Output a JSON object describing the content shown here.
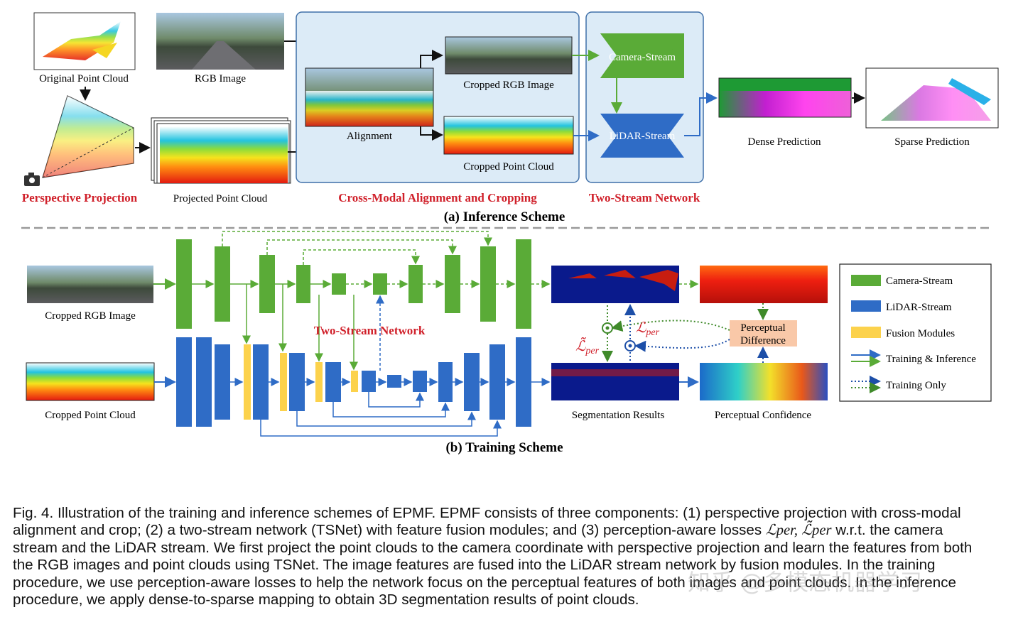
{
  "inference": {
    "labels": {
      "original_point_cloud": "Original Point Cloud",
      "rgb_image": "RGB Image",
      "projected_point_cloud": "Projected Point Cloud",
      "alignment": "Alignment",
      "cropped_rgb_image": "Cropped RGB Image",
      "cropped_point_cloud": "Cropped Point Cloud",
      "camera_stream": "Camera-Stream",
      "lidar_stream": "LiDAR-Stream",
      "dense_prediction": "Dense Prediction",
      "sparse_prediction": "Sparse Prediction"
    },
    "stage_titles": {
      "perspective_projection": "Perspective Projection",
      "cross_modal": "Cross-Modal Alignment and Cropping",
      "two_stream": "Two-Stream Network"
    },
    "subtitle": "(a) Inference Scheme"
  },
  "training": {
    "labels": {
      "cropped_rgb_image": "Cropped RGB Image",
      "cropped_point_cloud": "Cropped Point Cloud",
      "two_stream_network": "Two-Stream Network",
      "segmentation_results": "Segmentation Results",
      "perceptual_confidence": "Perceptual Confidence",
      "perceptual_difference_1": "Perceptual",
      "perceptual_difference_2": "Difference",
      "loss_per": "ℒ",
      "loss_per_sub": "per",
      "loss_per_tilde": "ℒ̃",
      "loss_per_tilde_sub": "per"
    },
    "legend": {
      "camera_stream": "Camera-Stream",
      "lidar_stream": "LiDAR-Stream",
      "fusion_modules": "Fusion Modules",
      "training_inference": "Training & Inference",
      "training_only": "Training Only"
    },
    "subtitle": "(b) Training Scheme"
  },
  "caption": {
    "lines": [
      "Fig. 4. Illustration of the training and inference schemes of EPMF. EPMF consists of three components: (1) perspective projection with cross-modal",
      "stream and the LiDAR stream. We first project the point clouds to the camera coordinate with perspective projection and learn the features from both",
      "the RGB images and point clouds using TSNet. The image features are fused into the LiDAR stream network by fusion modules. In the training",
      "procedure, we use perception-aware losses to help the network focus on the perceptual features of both images and point clouds. In the inference",
      "procedure, we apply dense-to-sparse mapping to obtain 3D segmentation results of point clouds."
    ],
    "line2_before": "alignment and crop; (2) a two-stream network (TSNet) with feature fusion modules; and (3) perception-aware losses ",
    "line2_math": "ℒper, ℒ̃per",
    "line2_after": " w.r.t.  the camera"
  },
  "watermark": "知乎 @多模态机器学习",
  "colors": {
    "camera_green": "#5aab37",
    "lidar_blue": "#2f6cc6",
    "fusion_yellow": "#fcd24c",
    "stage_title_red": "#d0202a",
    "panel_bg": "#dcebf7",
    "panel_border": "#3f6fa8",
    "perceptual_box": "#f9c8a8"
  },
  "icons": [
    "camera-icon"
  ]
}
